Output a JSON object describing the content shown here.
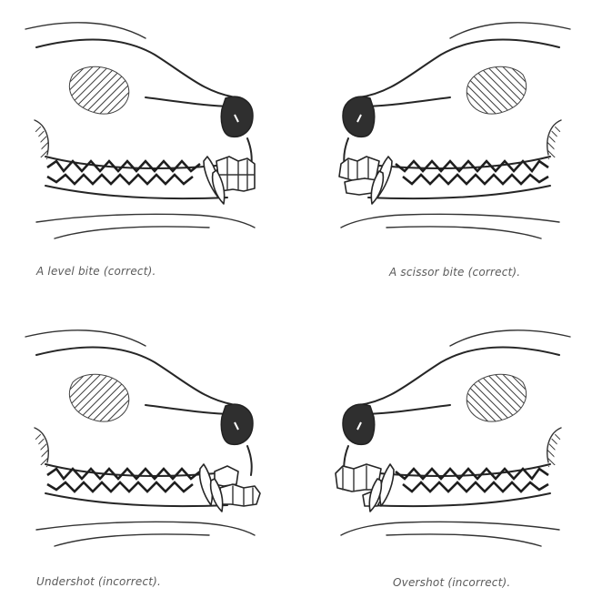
{
  "figure": {
    "panels": [
      {
        "id": "level",
        "caption": "A level bite (correct)."
      },
      {
        "id": "scissor",
        "caption": "A scissor bite (correct)."
      },
      {
        "id": "undershot",
        "caption": "Undershot (incorrect)."
      },
      {
        "id": "overshot",
        "caption": "Overshot (incorrect)."
      }
    ]
  }
}
